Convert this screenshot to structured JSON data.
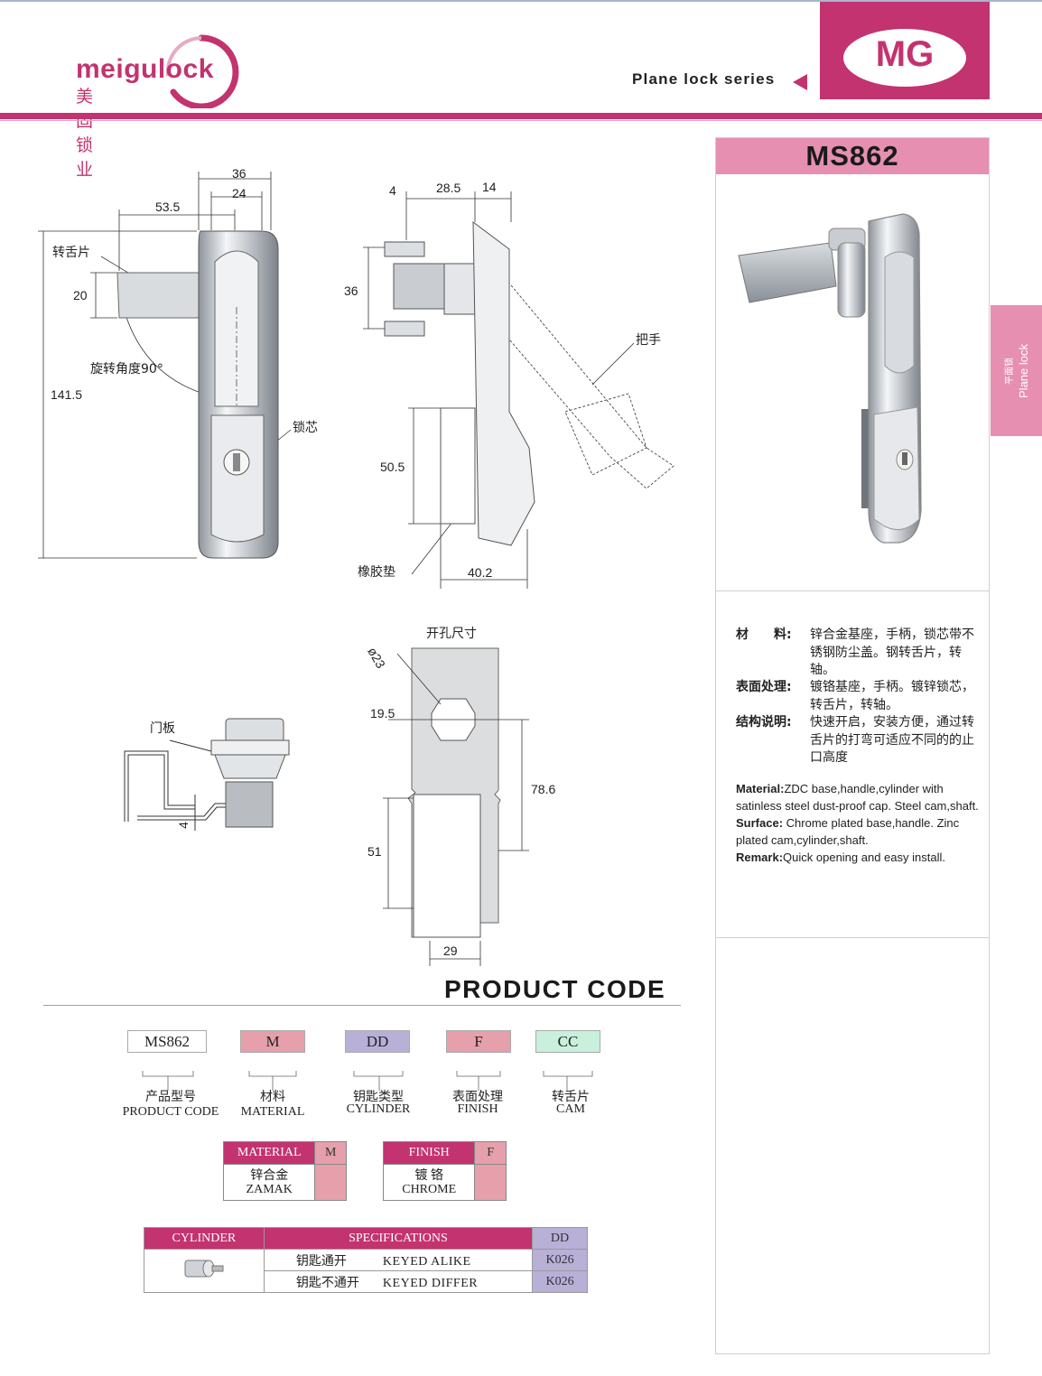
{
  "header": {
    "logo_en": "meigulock",
    "logo_cn": "美固锁业",
    "series": "Plane lock series",
    "brand_mark": "MG"
  },
  "side_tab": {
    "cn": "平面锁",
    "en": "Plane lock"
  },
  "product": {
    "model": "MS862",
    "specs_cn": [
      {
        "key": "材　　料:",
        "value": "锌合金基座，手柄，锁芯带不锈钢防尘盖。钢转舌片，转轴。"
      },
      {
        "key": "表面处理:",
        "value": "镀铬基座，手柄。镀锌锁芯，转舌片，转轴。"
      },
      {
        "key": "结构说明:",
        "value": "快速开启，安装方便，通过转舌片的打弯可适应不同的的止口高度"
      }
    ],
    "specs_en": {
      "material_key": "Material:",
      "material_val": "ZDC base,handle,cylinder with satinless steel dust-proof cap. Steel cam,shaft.",
      "surface_key": "Surface:",
      "surface_val": " Chrome plated base,handle. Zinc plated cam,cylinder,shaft.",
      "remark_key": "Remark:",
      "remark_val": "Quick opening and easy install."
    }
  },
  "drawing1": {
    "dims": [
      "36",
      "24",
      "53.5",
      "20",
      "141.5"
    ],
    "labels": [
      "转舌片",
      "旋转角度90°",
      "锁芯"
    ]
  },
  "drawing2": {
    "dims": [
      "4",
      "28.5",
      "14",
      "36",
      "50.5",
      "40.2"
    ],
    "labels": [
      "把手",
      "橡胶垫"
    ]
  },
  "drawing3": {
    "dims": [
      "4"
    ],
    "labels": [
      "门板"
    ]
  },
  "drawing4": {
    "title": "开孔尺寸",
    "dims": [
      "ø23",
      "19.5",
      "78.6",
      "51",
      "29"
    ]
  },
  "product_code": {
    "title": "PRODUCT CODE",
    "codes": [
      {
        "code": "MS862",
        "cn": "产品型号",
        "en": "PRODUCT CODE",
        "color": "#ffffff"
      },
      {
        "code": "M",
        "cn": "材料",
        "en": "MATERIAL",
        "color": "#e5a0ab"
      },
      {
        "code": "DD",
        "cn": "钥匙类型",
        "en": "CYLINDER",
        "color": "#b9b0d8"
      },
      {
        "code": "F",
        "cn": "表面处理",
        "en": "FINISH",
        "color": "#e5a0ab"
      },
      {
        "code": "CC",
        "cn": "转舌片",
        "en": "CAM",
        "color": "#c8f0dc"
      }
    ]
  },
  "material_table": {
    "header": "MATERIAL",
    "code": "M",
    "cn": "锌合金",
    "en": "ZAMAK"
  },
  "finish_table": {
    "header": "FINISH",
    "code": "F",
    "cn": "镀 铬",
    "en": "CHROME"
  },
  "cylinder_table": {
    "headers": [
      "CYLINDER",
      "SPECIFICATIONS",
      "DD"
    ],
    "rows": [
      {
        "cn": "钥匙通开",
        "en": "KEYED ALIKE",
        "code": "K026"
      },
      {
        "cn": "钥匙不通开",
        "en": "KEYED DIFFER",
        "code": "K026"
      }
    ]
  },
  "colors": {
    "brand": "#c3336f",
    "pink": "#e68fb1",
    "lavender": "#b9b0d8",
    "mint": "#c8f0dc"
  }
}
